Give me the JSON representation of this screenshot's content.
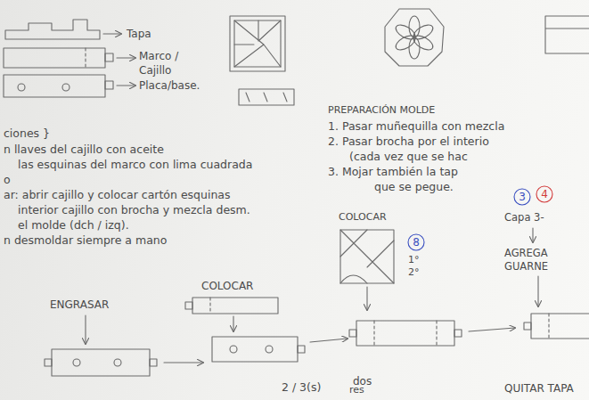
{
  "diagram": {
    "labels": [
      "Tapa",
      "Marco / Cajillo",
      "Placa/base.",
      "ciones }",
      "n llaves del cajillo con aceite",
      "las esquinas del marco con lima cuadrada",
      "o",
      "ar: abrir cajillo y colocar cartón esquinas",
      "interior cajillo con brocha y mezcla desm.",
      "el molde (dch / izq).",
      "n desmoldar siempre a mano",
      "PREPARACIÓN MOLDE",
      "1. Pasar muñequilla con mezcla",
      "2. Pasar brocha por el interio",
      "(cada vez que se hac",
      "3. Mojar también la tap",
      "que se pegue.",
      "COLOCAR",
      "8",
      "1°",
      "2°",
      "3",
      "4",
      "Capa 3-",
      "AGREGA",
      "GUARNE",
      "ENGRASAR",
      "COLOCAR",
      "2 / 3(s)",
      "dos",
      "res",
      "QUITAR TAPA"
    ]
  }
}
